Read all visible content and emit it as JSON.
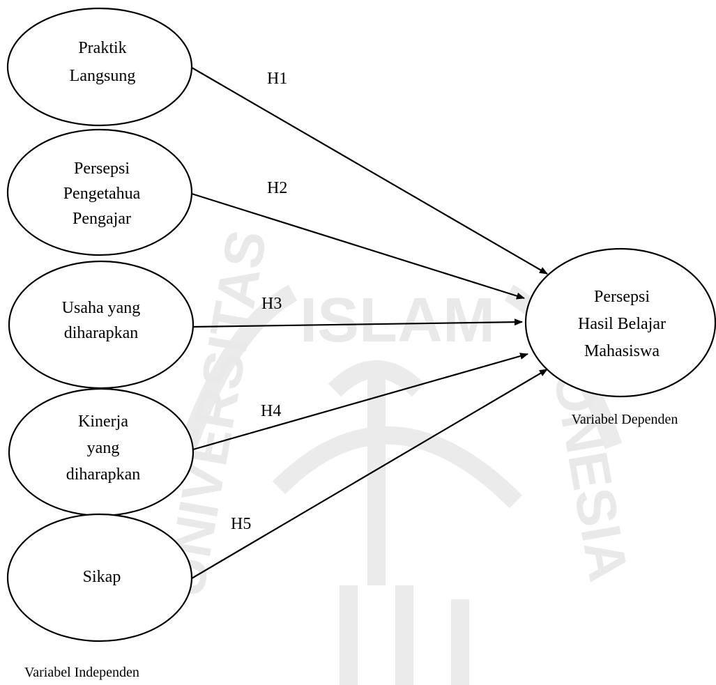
{
  "nodes": [
    {
      "id": "praktik-langsung",
      "lines": [
        "Praktik",
        "Langsung"
      ]
    },
    {
      "id": "persepsi-pengetahuan-pengajar",
      "lines": [
        "Persepsi",
        "Pengetahua",
        "Pengajar"
      ]
    },
    {
      "id": "usaha-yang-diharapkan",
      "lines": [
        "Usaha yang",
        "diharapkan"
      ]
    },
    {
      "id": "kinerja-yang-diharapkan",
      "lines": [
        "Kinerja",
        "yang",
        "diharapkan"
      ]
    },
    {
      "id": "sikap",
      "lines": [
        "Sikap"
      ]
    },
    {
      "id": "persepsi-hasil-belajar",
      "lines": [
        "Persepsi",
        "Hasil Belajar",
        "Mahasiswa"
      ]
    }
  ],
  "edges": [
    {
      "from": "praktik-langsung",
      "to": "persepsi-hasil-belajar",
      "label": "H1"
    },
    {
      "from": "persepsi-pengetahuan-pengajar",
      "to": "persepsi-hasil-belajar",
      "label": "H2"
    },
    {
      "from": "usaha-yang-diharapkan",
      "to": "persepsi-hasil-belajar",
      "label": "H3"
    },
    {
      "from": "kinerja-yang-diharapkan",
      "to": "persepsi-hasil-belajar",
      "label": "H4"
    },
    {
      "from": "sikap",
      "to": "persepsi-hasil-belajar",
      "label": "H5"
    }
  ],
  "captions": {
    "independent": "Variabel Independen",
    "dependent": "Variabel Dependen"
  },
  "watermark": {
    "top_word": "ISLAM",
    "left_word": "UNIVERSITAS",
    "right_word": "INDONESIA"
  },
  "colors": {
    "stroke": "#000000",
    "watermark": "#e9e9e9"
  }
}
